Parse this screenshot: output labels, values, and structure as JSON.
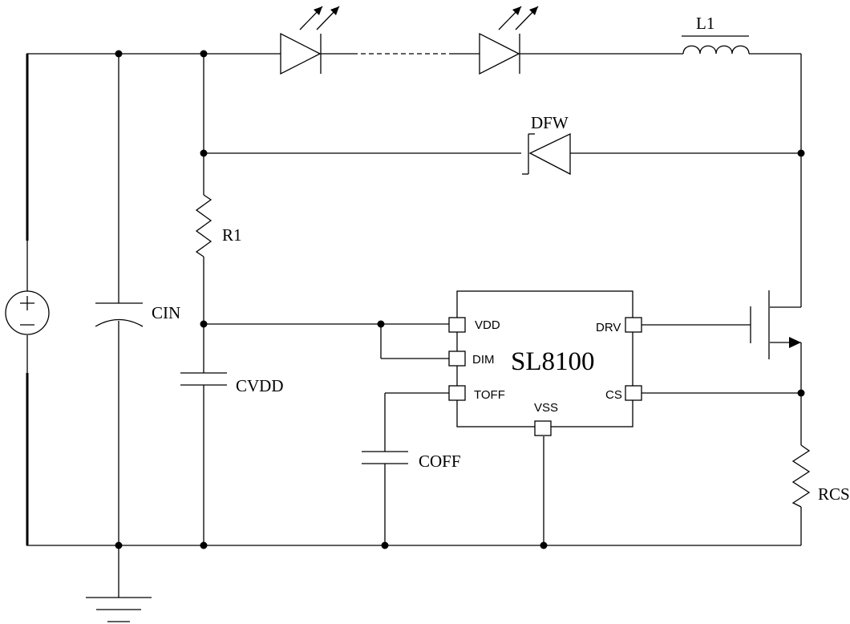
{
  "components": {
    "inductor": "L1",
    "freewheel_diode": "DFW",
    "resistor_r1": "R1",
    "cap_in": "CIN",
    "cap_vdd": "CVDD",
    "cap_off": "COFF",
    "resistor_cs": "RCS"
  },
  "ic": {
    "name": "SL8100",
    "pins": {
      "vdd": "VDD",
      "dim": "DIM",
      "toff": "TOFF",
      "drv": "DRV",
      "cs": "CS",
      "vss": "VSS"
    }
  },
  "source": {
    "plus": "+",
    "minus": "−"
  }
}
